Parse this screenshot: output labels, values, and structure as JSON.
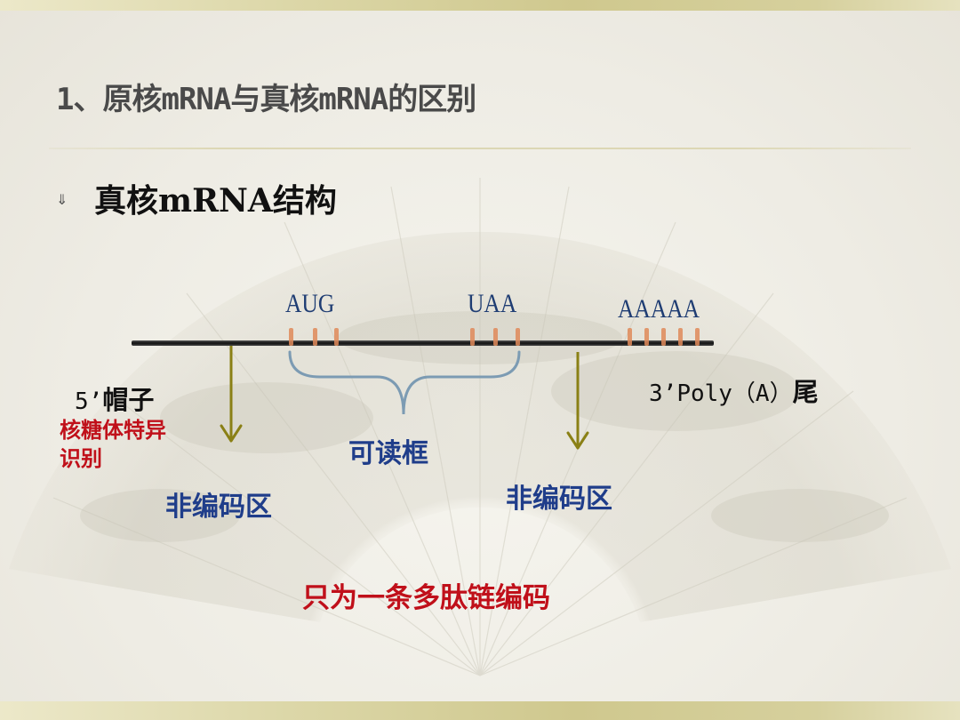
{
  "slide": {
    "title": "1、原核mRNA与真核mRNA的区别",
    "bullet_icon": "down-arrow-icon",
    "heading": "真核mRNA结构"
  },
  "diagram": {
    "codons": {
      "start": "AUG",
      "stop": "UAA",
      "polya": "AAAAA"
    },
    "five_prime": {
      "prime_label": "5’",
      "cap_label": "帽子",
      "note_line1": "核糖体特异",
      "note_line2": "识别"
    },
    "three_prime": {
      "prime_label": "3’",
      "tail_text": "Poly（A）",
      "tail_label": "尾"
    },
    "orf_label": "可读框",
    "noncoding_left": "非编码区",
    "noncoding_right": "非编码区",
    "conclusion": "只为一条多肽链编码"
  },
  "colors": {
    "strand": "#1a1a1a",
    "tick": "#e08a5a",
    "arrow": "#8a8015",
    "brace": "#7c9bb3",
    "codon_text": "#1f3d73",
    "blue_label": "#1f3d8a",
    "red_label": "#c0101a",
    "band": "#d6d09d"
  }
}
